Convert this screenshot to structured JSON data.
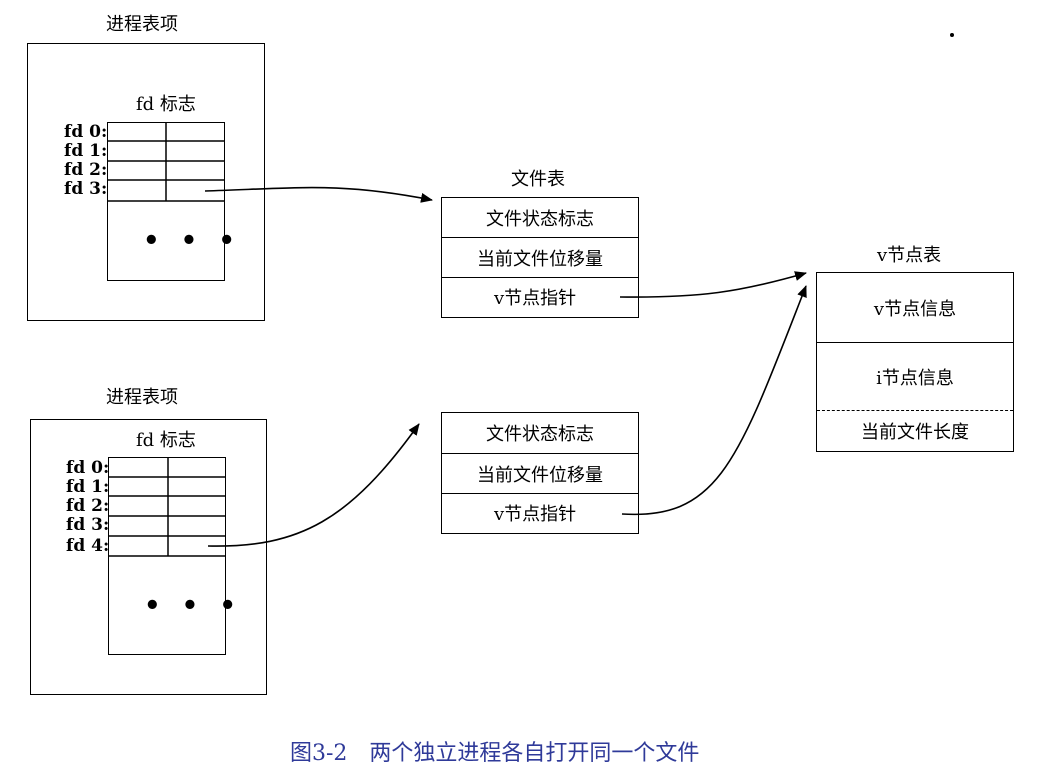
{
  "process_entries": [
    {
      "title": "进程表项",
      "fd_flags_label": "fd 标志",
      "fd_labels": [
        "fd 0:",
        "fd 1:",
        "fd 2:",
        "fd 3:"
      ],
      "ellipsis": "• • •"
    },
    {
      "title": "进程表项",
      "fd_flags_label": "fd 标志",
      "fd_labels": [
        "fd 0:",
        "fd 1:",
        "fd 2:",
        "fd 3:",
        "fd 4:"
      ],
      "ellipsis": "• • •"
    }
  ],
  "file_tables": [
    {
      "title": "文件表",
      "rows": [
        "文件状态标志",
        "当前文件位移量",
        "v节点指针"
      ]
    },
    {
      "title": "",
      "rows": [
        "文件状态标志",
        "当前文件位移量",
        "v节点指针"
      ]
    }
  ],
  "vnode_table": {
    "title": "v节点表",
    "rows": [
      "v节点信息",
      "i节点信息",
      "当前文件长度"
    ]
  },
  "caption": "图3-2　两个独立进程各自打开同一个文件"
}
